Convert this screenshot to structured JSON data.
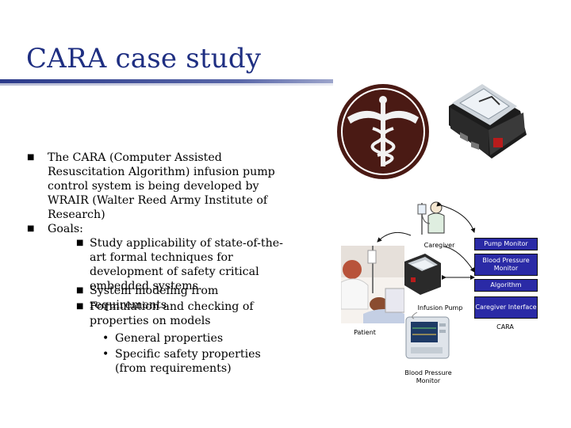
{
  "title": "CARA case study",
  "bullets": {
    "b1": "The CARA (Computer Assisted Resuscitation Algorithm) infusion pump control system is being developed by WRAIR (Walter Reed Army Institute of Research)",
    "b2": "Goals:",
    "g1": "Study applicability of state-of-the-art formal techniques for development of safety critical embedded systems",
    "g2": "System modeling from requirements",
    "g3": "Formulation and checking of properties on models",
    "p1": "General properties",
    "p2": "Specific safety properties (from requirements)"
  },
  "diagram": {
    "caregiver": "Caregiver",
    "infusion_pump": "Infusion Pump",
    "patient": "Patient",
    "bp_monitor": "Blood Pressure Monitor",
    "cara": "CARA",
    "boxes": [
      "Pump Monitor",
      "Blood Pressure Monitor",
      "Algorithm",
      "Caregiver Interface"
    ]
  },
  "colors": {
    "title": "#1f2f82",
    "box": "#2a2aa6"
  }
}
